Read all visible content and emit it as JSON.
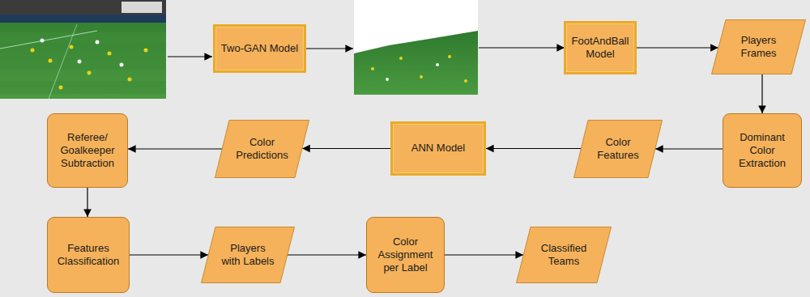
{
  "diagram": {
    "nodes": [
      {
        "text": [
          "Two-GAN Model"
        ]
      },
      {
        "text": [
          "FootAndBall Model"
        ]
      },
      {
        "text": [
          "Players Frames"
        ]
      },
      {
        "text": [
          "Dominant Color Extraction"
        ]
      },
      {
        "text": [
          "Color Features"
        ]
      },
      {
        "text": [
          "ANN Model"
        ]
      },
      {
        "text": [
          "Color Predictions"
        ]
      },
      {
        "text": [
          "Referee/ Goalkeeper Subtraction"
        ]
      },
      {
        "text": [
          "Features Classification"
        ]
      },
      {
        "text": [
          "Players with Labels"
        ]
      },
      {
        "text": [
          "Color Assignment per Label"
        ]
      },
      {
        "text": [
          "Classified Teams"
        ]
      }
    ],
    "edges": [
      {
        "from": 1,
        "to": 2,
        "arrow": "to"
      },
      {
        "from": 2,
        "to": 3,
        "arrow": "to"
      },
      {
        "from": 3,
        "to": 4,
        "arrow": "to"
      },
      {
        "from": 4,
        "to": 5,
        "arrow": "to"
      },
      {
        "from": 5,
        "to": 6,
        "arrow": "to"
      },
      {
        "from": 6,
        "to": 7,
        "arrow": "to"
      },
      {
        "from": 7,
        "to": 8,
        "arrow": "to"
      },
      {
        "from": 8,
        "to": 9,
        "arrow": "to"
      },
      {
        "from": 9,
        "to": 10,
        "arrow": "to"
      },
      {
        "from": 10,
        "to": 11,
        "arrow": "to"
      }
    ]
  }
}
